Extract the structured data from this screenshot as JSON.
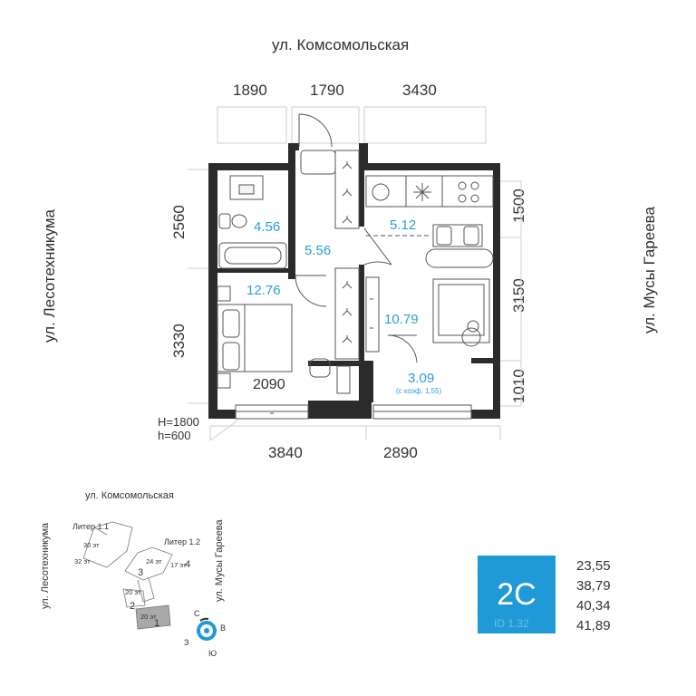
{
  "streets": {
    "top": "ул. Комсомольская",
    "left": "ул. Лесотехникума",
    "right": "ул. Мусы Гареева"
  },
  "dimensions": {
    "top": [
      "1890",
      "1790",
      "3430"
    ],
    "bottom": [
      "3840",
      "2890"
    ],
    "left": [
      "2560",
      "3330"
    ],
    "right": [
      "1500",
      "3150",
      "1010"
    ],
    "inner_bedroom_width": "2090",
    "window_height_big": "H=1800",
    "window_height_small": "h=600"
  },
  "rooms": {
    "bathroom": "4.56",
    "hall": "5.56",
    "kitchen": "5.12",
    "bedroom": "12.76",
    "living": "10.79",
    "balcony": "3.09",
    "balcony_note": "(с коэф. 1,55)"
  },
  "minimap": {
    "street_top": "ул. Комсомольская",
    "street_left": "ул. Лесотехникума",
    "street_right": "ул. Мусы Гареева",
    "liter_1_1": "Литер 1.1",
    "liter_1_2": "Литер 1.2",
    "floors": [
      "30 эт",
      "32 эт",
      "24 эт",
      "17 эт",
      "20 эт",
      "20 эт"
    ],
    "sections": [
      "1",
      "2",
      "3",
      "4"
    ],
    "compass": {
      "n": "С",
      "e": "В",
      "s": "Ю",
      "w": "З"
    }
  },
  "badge": {
    "label": "2С",
    "watermark": "ID 1.32"
  },
  "areas": [
    "23,55",
    "38,79",
    "40,34",
    "41,89"
  ],
  "colors": {
    "accent": "#1f9ad6",
    "wall": "#2b2b2b",
    "minimap_highlight": "#a9a9a9"
  }
}
